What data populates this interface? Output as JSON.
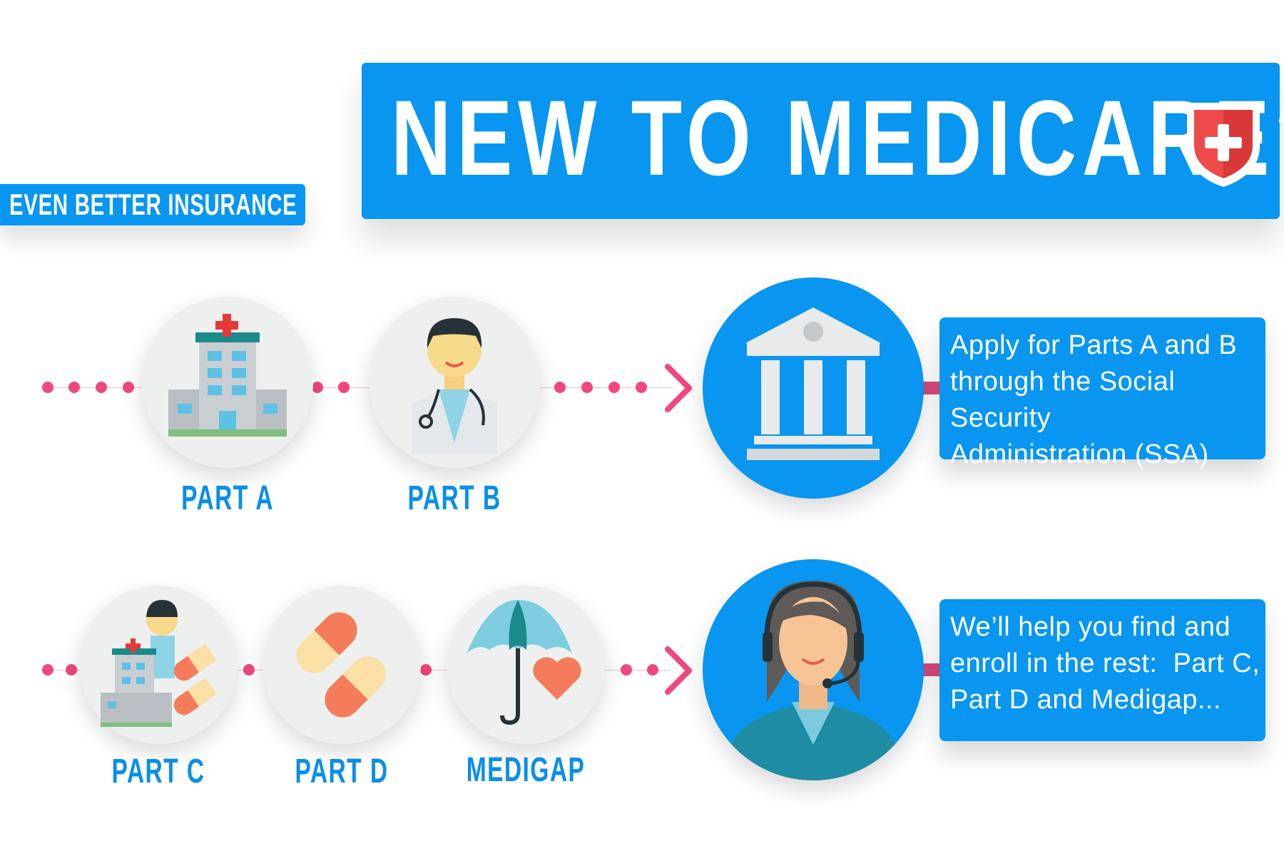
{
  "header": {
    "title": "NEW TO MEDICARE?",
    "brand": "EVEN BETTER INSURANCE",
    "shield_icon": "shield-cross-icon"
  },
  "row1": {
    "items": [
      {
        "label": "PART A",
        "icon": "hospital-icon"
      },
      {
        "label": "PART B",
        "icon": "doctor-icon"
      }
    ],
    "destination_icon": "government-building-icon",
    "description": [
      "Apply for Parts A and B",
      "through the Social Security",
      "Administration (SSA)"
    ]
  },
  "row2": {
    "items": [
      {
        "label": "PART C",
        "icon": "hospital-doctor-pills-icon"
      },
      {
        "label": "PART D",
        "icon": "pills-icon"
      },
      {
        "label": "MEDIGAP",
        "icon": "umbrella-heart-icon"
      }
    ],
    "destination_icon": "support-agent-icon",
    "description": [
      "We’ll help you find and",
      "enroll in the rest:  Part C,",
      "Part D and Medigap..."
    ]
  },
  "colors": {
    "primary": "#0896f0",
    "accent": "#f0487c",
    "circle_bg": "#eef0f0"
  }
}
